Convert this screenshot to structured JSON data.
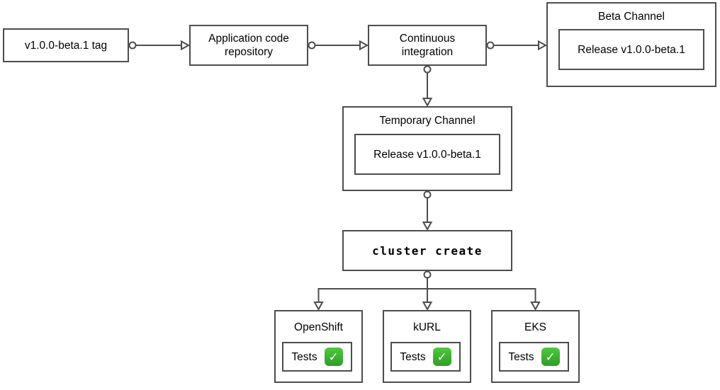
{
  "diagram": {
    "nodes": {
      "tag": {
        "label": "v1.0.0-beta.1 tag"
      },
      "repo": {
        "label": "Application code repository"
      },
      "ci": {
        "label": "Continuous integration"
      },
      "beta_channel": {
        "title": "Beta Channel",
        "release": "Release v1.0.0-beta.1"
      },
      "temp_channel": {
        "title": "Temporary Channel",
        "release": "Release v1.0.0-beta.1"
      },
      "cluster_create": {
        "label": "cluster create"
      },
      "openshift": {
        "title": "OpenShift",
        "tests_label": "Tests"
      },
      "kurl": {
        "title": "kURL",
        "tests_label": "Tests"
      },
      "eks": {
        "title": "EKS",
        "tests_label": "Tests"
      }
    },
    "icons": {
      "tests_check": "✓"
    },
    "colors": {
      "stroke": "#4d4d4d",
      "text": "#000000",
      "background": "#ffffff",
      "check_green_top": "#4fc93f",
      "check_green_bottom": "#2d9e27",
      "check_mark": "#ffffff"
    }
  }
}
